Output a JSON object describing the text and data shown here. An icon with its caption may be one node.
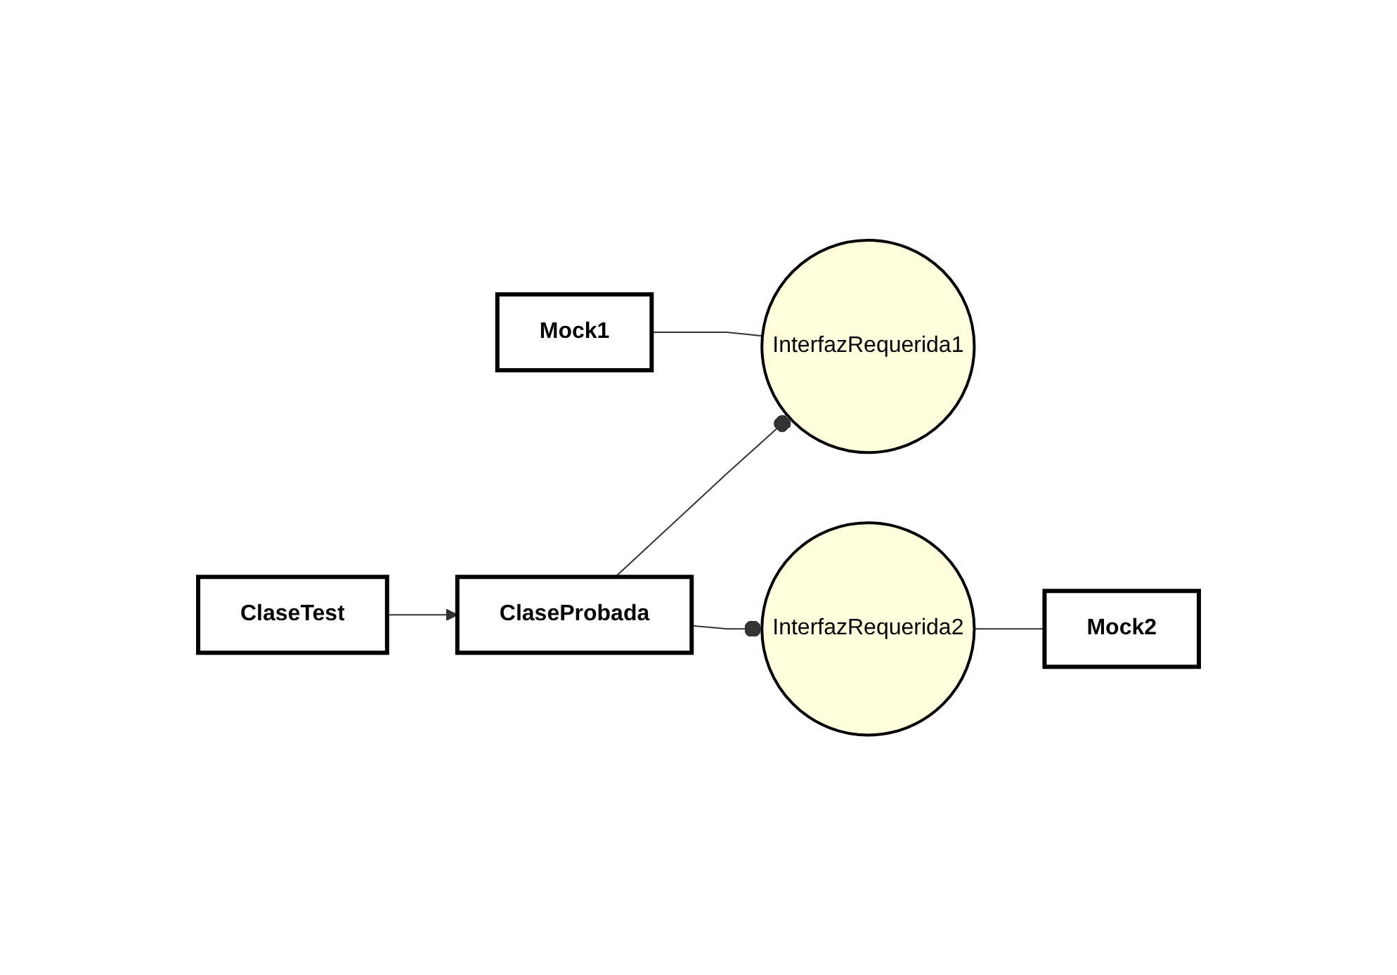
{
  "diagram": {
    "nodes": [
      {
        "text": [
          "Mock1"
        ]
      },
      {
        "text": [
          "InterfazRequerida1"
        ]
      },
      {
        "text": [
          "ClaseTest"
        ]
      },
      {
        "text": [
          "ClaseProbada"
        ]
      },
      {
        "text": [
          "InterfazRequerida2"
        ]
      },
      {
        "text": [
          "Mock2"
        ]
      }
    ],
    "edges": [
      {
        "from": 2,
        "to": 3,
        "arrow": "to"
      },
      {
        "from": 3,
        "to": 1,
        "arrow": "other"
      },
      {
        "from": 0,
        "to": 1,
        "arrow": "none"
      },
      {
        "from": 3,
        "to": 4,
        "arrow": "other"
      },
      {
        "from": 4,
        "to": 5,
        "arrow": "none"
      }
    ]
  }
}
